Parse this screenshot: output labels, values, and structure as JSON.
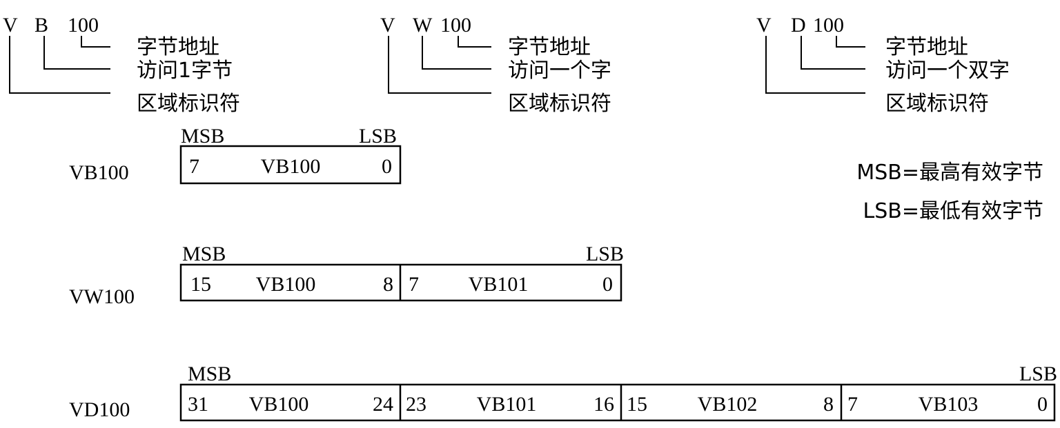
{
  "legend": {
    "msb_def": "MSB=最高有效字节",
    "lsb_def": "LSB=最低有效字节"
  },
  "addressing": [
    {
      "area": "V",
      "type": "B",
      "addr": "100",
      "notes": [
        "字节地址",
        "访问1字节",
        "区域标识符"
      ]
    },
    {
      "area": "V",
      "type": "W",
      "addr": "100",
      "notes": [
        "字节地址",
        "访问一个字",
        "区域标识符"
      ]
    },
    {
      "area": "V",
      "type": "D",
      "addr": "100",
      "notes": [
        "字节地址",
        "访问一个双字",
        "区域标识符"
      ]
    }
  ],
  "registers": [
    {
      "name": "VB100",
      "msb": "MSB",
      "lsb": "LSB",
      "bytes": [
        {
          "hi": "7",
          "name": "VB100",
          "lo": "0"
        }
      ]
    },
    {
      "name": "VW100",
      "msb": "MSB",
      "lsb": "LSB",
      "bytes": [
        {
          "hi": "15",
          "name": "VB100",
          "lo": "8"
        },
        {
          "hi": "7",
          "name": "VB101",
          "lo": "0"
        }
      ]
    },
    {
      "name": "VD100",
      "msb": "MSB",
      "lsb": "LSB",
      "bytes": [
        {
          "hi": "31",
          "name": "VB100",
          "lo": "24"
        },
        {
          "hi": "23",
          "name": "VB101",
          "lo": "16"
        },
        {
          "hi": "15",
          "name": "VB102",
          "lo": "8"
        },
        {
          "hi": "7",
          "name": "VB103",
          "lo": "0"
        }
      ]
    }
  ]
}
